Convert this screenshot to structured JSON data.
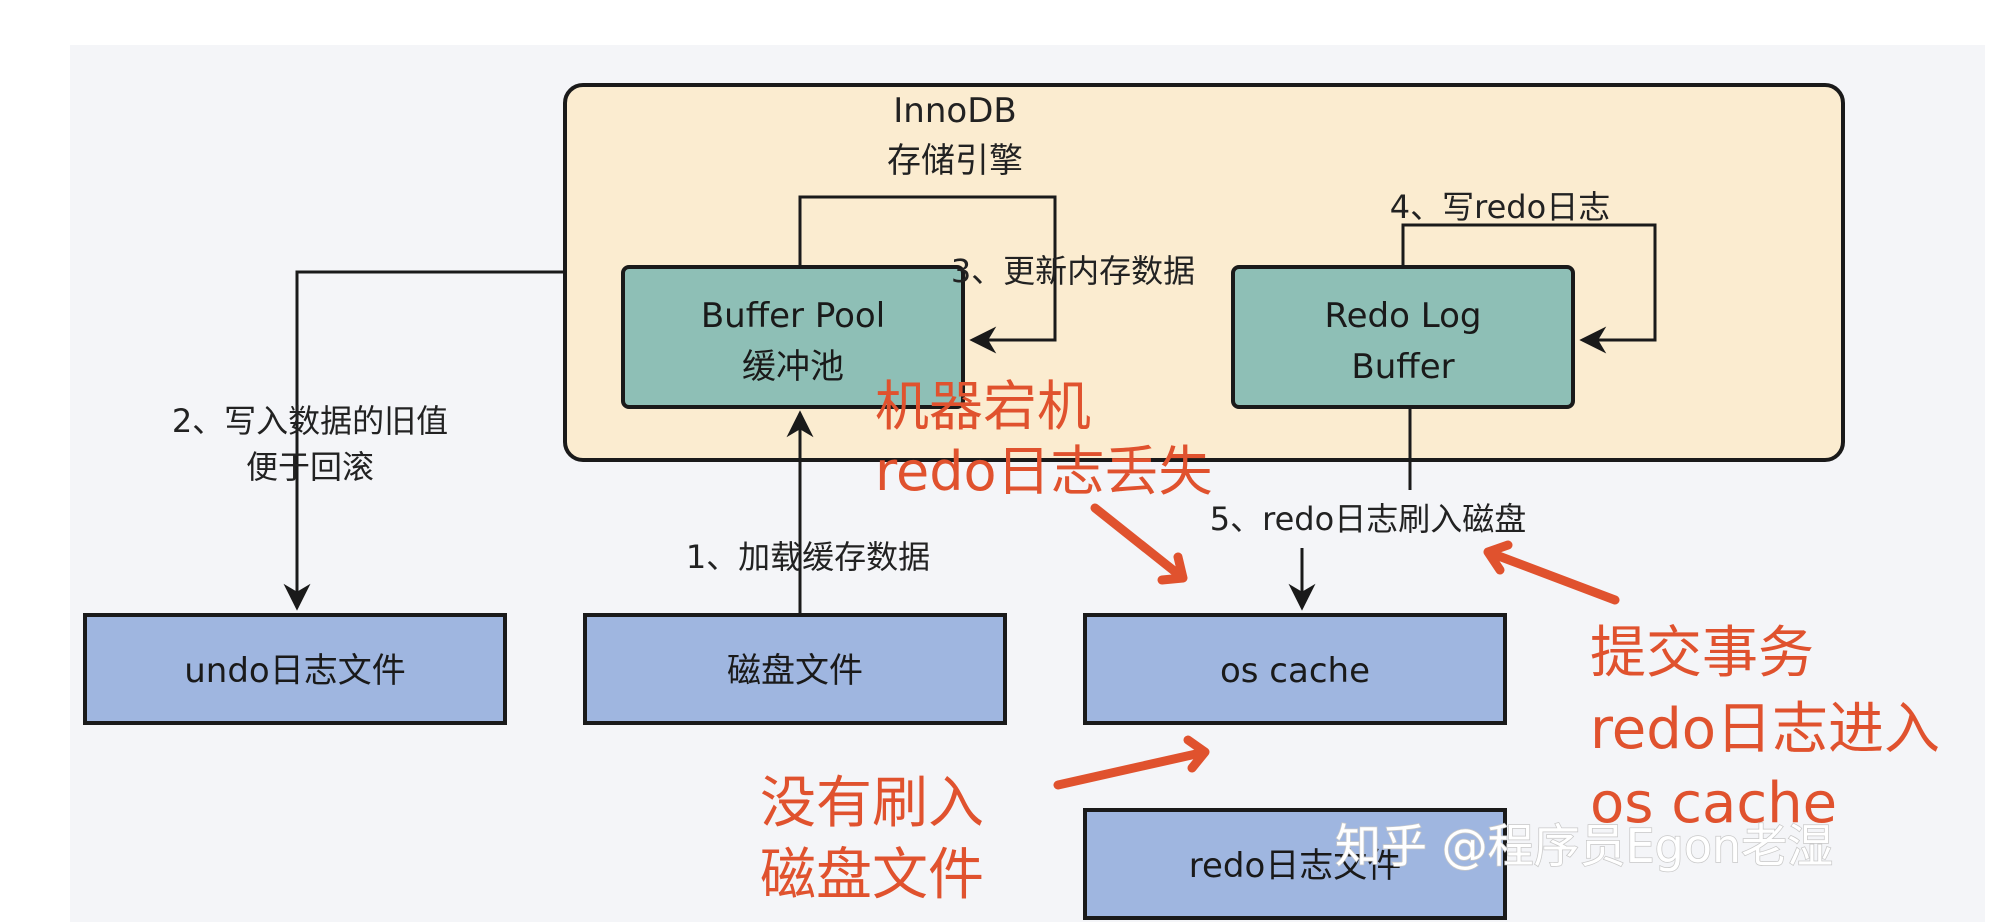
{
  "colors": {
    "engine_fill": "#fbecd0",
    "teal_fill": "#8ebfb6",
    "blue_fill": "#9fb6e0",
    "annotation_red": "#e0522e",
    "stroke": "#1a1a1a",
    "watermark": "#ffffff"
  },
  "engine": {
    "title_line1": "InnoDB",
    "title_line2": "存储引擎"
  },
  "buffer_pool": {
    "line1": "Buffer Pool",
    "line2": "缓冲池"
  },
  "redo_log_buffer": {
    "line1": "Redo Log",
    "line2": "Buffer"
  },
  "undo_file": {
    "label": "undo日志文件"
  },
  "disk_file": {
    "label": "磁盘文件"
  },
  "os_cache": {
    "label": "os cache"
  },
  "redo_file": {
    "label": "redo日志文件"
  },
  "steps": {
    "s1": "1、加载缓存数据",
    "s2_line1": "2、写入数据的旧值",
    "s2_line2": "便于回滚",
    "s3": "3、更新内存数据",
    "s4": "4、写redo日志",
    "s5": "5、redo日志刷入磁盘"
  },
  "annotations": {
    "crash_line1": "机器宕机",
    "crash_line2": "redo日志丢失",
    "commit_line1": "提交事务",
    "commit_line2": "redo日志进入",
    "commit_line3": "os cache",
    "noflush_line1": "没有刷入",
    "noflush_line2": "磁盘文件"
  },
  "watermark": "知乎 @程序员Egon老湿"
}
